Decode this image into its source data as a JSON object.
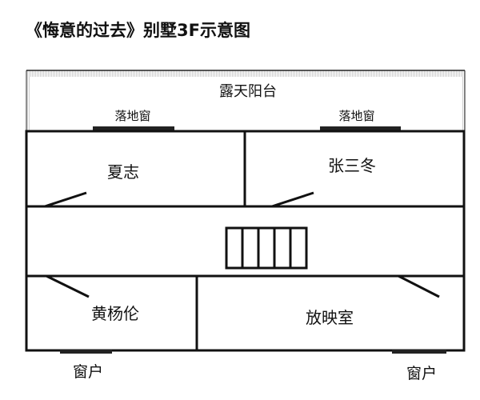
{
  "title": "《悔意的过去》别墅3F示意图",
  "balcony": {
    "label": "露天阳台"
  },
  "french_windows": [
    {
      "label": "落地窗"
    },
    {
      "label": "落地窗"
    }
  ],
  "rooms": {
    "top_left": "夏志",
    "top_right": "张三冬",
    "bottom_left": "黄杨伦",
    "bottom_right": "放映室"
  },
  "windows": [
    {
      "label": "窗户"
    },
    {
      "label": "窗户"
    }
  ]
}
